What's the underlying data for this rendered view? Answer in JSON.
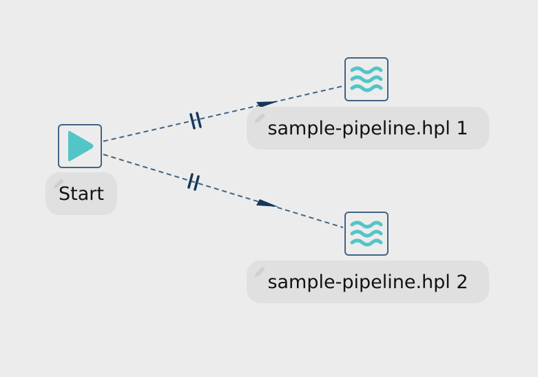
{
  "canvas": {
    "background": "#ececec"
  },
  "colors": {
    "hop": "#3f6384",
    "arrow": "#14375a",
    "accent": "#53c4c8",
    "border": "#3f6384"
  },
  "nodes": {
    "start": {
      "label": "Start",
      "icon": "play-icon"
    },
    "pipeline1": {
      "label": "sample-pipeline.hpl 1",
      "icon": "pipeline-waves-icon"
    },
    "pipeline2": {
      "label": "sample-pipeline.hpl 2",
      "icon": "pipeline-waves-icon"
    }
  },
  "hops": [
    {
      "from": "Start",
      "to": "sample-pipeline.hpl 1",
      "style": "dashed",
      "marker": "parallel-bars"
    },
    {
      "from": "Start",
      "to": "sample-pipeline.hpl 2",
      "style": "dashed",
      "marker": "parallel-bars"
    }
  ]
}
